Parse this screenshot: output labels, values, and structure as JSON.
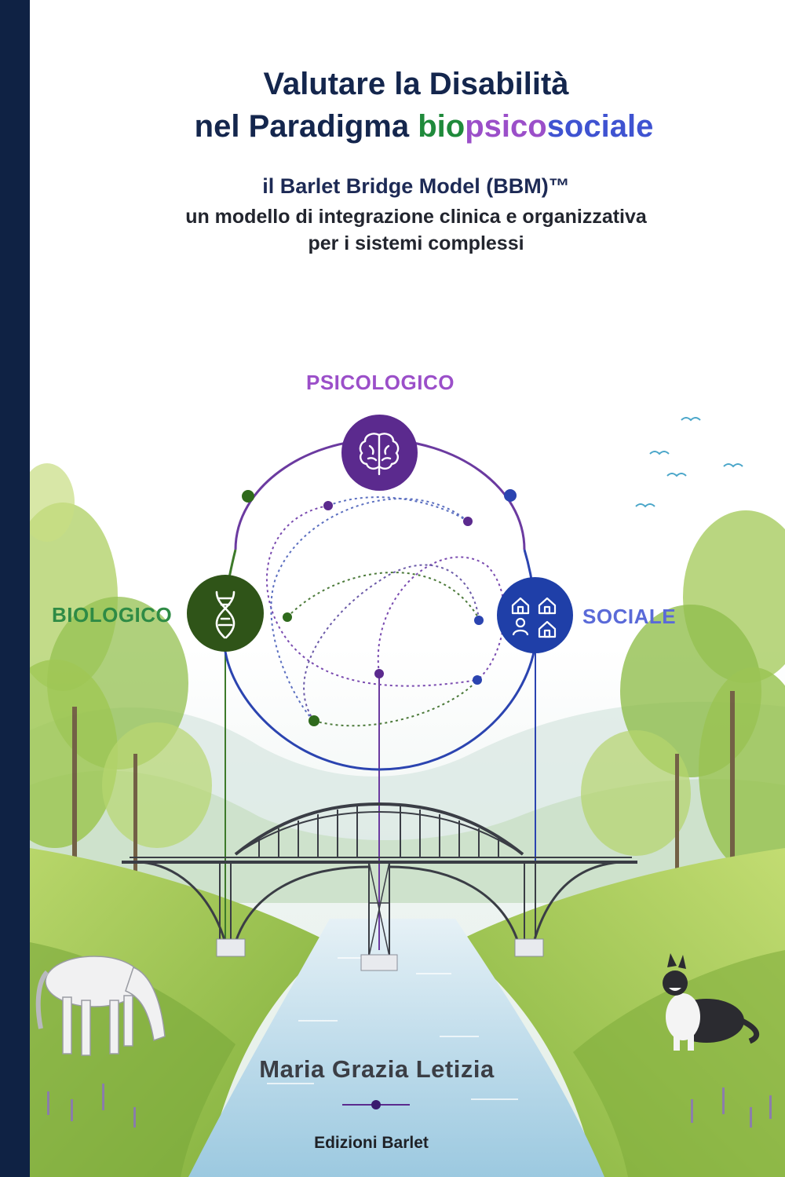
{
  "cover": {
    "title_line1": "Valutare la Disabilità",
    "title_line2_prefix": "nel Paradigma ",
    "title_bio": "bio",
    "title_psico": "psico",
    "title_sociale": "sociale",
    "subtitle_line1": "il Barlet Bridge Model (BBM)™",
    "subtitle_line2": "un modello di integrazione clinica e organizzativa",
    "subtitle_line3": "per i sistemi complessi",
    "labels": {
      "psicologico": "PSICOLOGICO",
      "biologico": "BIOLOGICO",
      "sociale": "SOCIALE"
    },
    "author": "Maria Grazia Letizia",
    "publisher": "Edizioni Barlet"
  },
  "colors": {
    "navy": "#14264d",
    "bio_green": "#1f8a3b",
    "psico_purple": "#9b4fc9",
    "sociale_blue": "#3f53d1",
    "node_psico": "#5b2a8e",
    "node_bio": "#2f5418",
    "node_sociale": "#1f3fa8"
  },
  "icons": {
    "psico_node": "brain-icon",
    "bio_node": "dna-icon",
    "sociale_node": "community-icon"
  }
}
